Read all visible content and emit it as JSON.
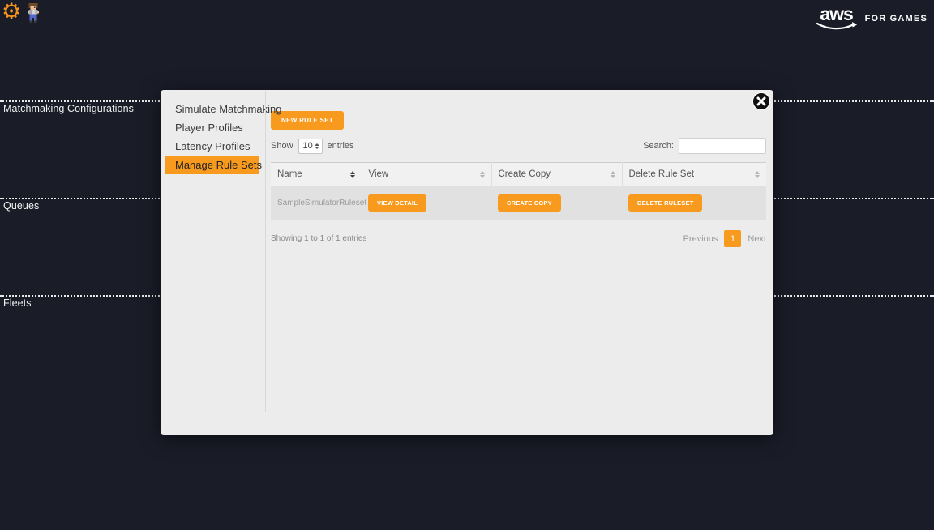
{
  "brand": {
    "logo_text": "aws",
    "tagline": "FOR GAMES"
  },
  "icons": {
    "gear": "⚙",
    "character": "player-character-sprite",
    "close": "x-in-circle",
    "sort": "up-down-arrows"
  },
  "colors": {
    "background": "#1a1c28",
    "accent": "#f79a1e",
    "modal_bg": "#ececec",
    "row_bg": "#e1e1e1"
  },
  "background_sections": [
    {
      "label": "Matchmaking Configurations"
    },
    {
      "label": "Queues"
    },
    {
      "label": "Fleets"
    }
  ],
  "modal": {
    "sidebar": {
      "items": [
        {
          "label": "Simulate Matchmaking",
          "active": false
        },
        {
          "label": "Player Profiles",
          "active": false
        },
        {
          "label": "Latency Profiles",
          "active": false
        },
        {
          "label": "Manage Rule Sets",
          "active": true
        }
      ]
    },
    "toolbar": {
      "new_rule_set_label": "NEW RULE SET",
      "show_label": "Show",
      "page_size": "10",
      "entries_label": "entries",
      "search_label": "Search:",
      "search_value": ""
    },
    "table": {
      "columns": [
        {
          "label": "Name"
        },
        {
          "label": "View"
        },
        {
          "label": "Create Copy"
        },
        {
          "label": "Delete Rule Set"
        }
      ],
      "rows": [
        {
          "name": "SampleSimulatorRuleset",
          "view_label": "VIEW DETAIL",
          "copy_label": "CREATE COPY",
          "delete_label": "DELETE RULESET"
        }
      ]
    },
    "footer": {
      "info": "Showing 1 to 1 of 1 entries",
      "previous_label": "Previous",
      "current_page": "1",
      "next_label": "Next"
    }
  }
}
